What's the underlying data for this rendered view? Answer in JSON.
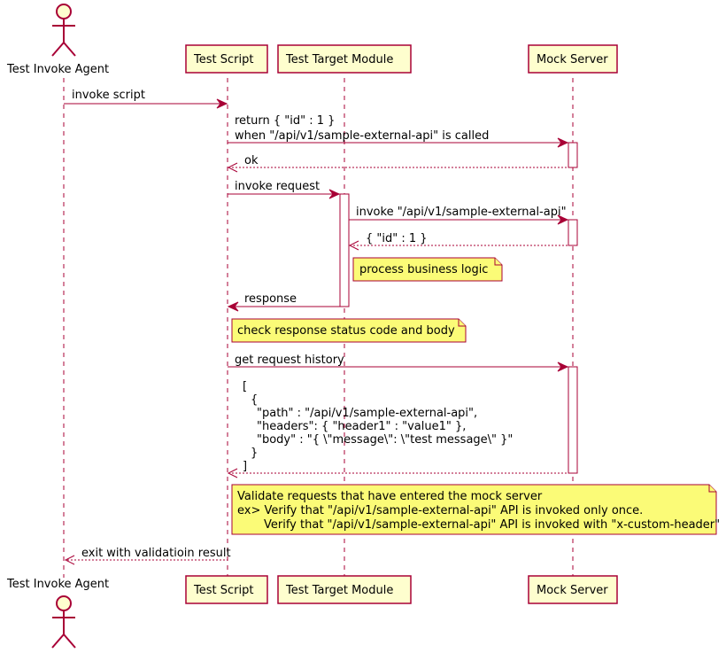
{
  "participants": {
    "agent": "Test Invoke Agent",
    "script": "Test Script",
    "target": "Test Target Module",
    "mock": "Mock Server"
  },
  "messages": {
    "m1": "invoke script",
    "m2_l1": "return  { \"id\" : 1 }",
    "m2_l2": "when \"/api/v1/sample-external-api\" is called",
    "m3": "ok",
    "m4": "invoke request",
    "m5": "invoke \"/api/v1/sample-external-api\"",
    "m6": "{ \"id\" : 1 }",
    "m7": "response",
    "m8": "get request history",
    "m9_l1": "[",
    "m9_l2": "{",
    "m9_l3": "\"path\" : \"/api/v1/sample-external-api\",",
    "m9_l4": "\"headers\": { \"header1\" : \"value1\" },",
    "m9_l5": "\"body\" : \"{ \\\"message\\\": \\\"test message\\\" }\"",
    "m9_l6": "}",
    "m9_l7": "]",
    "m10": "exit with validatioin result"
  },
  "notes": {
    "n1": "process business logic",
    "n2": "check response status code and body",
    "n3_l1": "Validate requests that have entered the mock server",
    "n3_l2": "ex> Verify that \"/api/v1/sample-external-api\" API is invoked only once.",
    "n3_l3": "Verify that \"/api/v1/sample-external-api\" API is invoked with \"x-custom-header\""
  },
  "colors": {
    "line": "#A80036",
    "participant_fill": "#FEFECE",
    "note_fill": "#FBFB77"
  }
}
